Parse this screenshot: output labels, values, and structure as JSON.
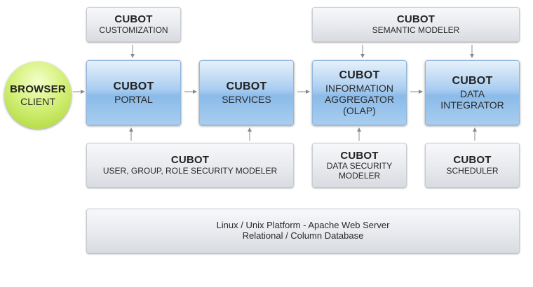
{
  "browser": {
    "title": "BROWSER",
    "subtitle": "CLIENT"
  },
  "customization": {
    "brand": "CUBOT",
    "label": "CUSTOMIZATION"
  },
  "semantic_modeler": {
    "brand": "CUBOT",
    "label": "SEMANTIC MODELER"
  },
  "portal": {
    "brand": "CUBOT",
    "label": "PORTAL"
  },
  "services": {
    "brand": "CUBOT",
    "label": "SERVICES"
  },
  "aggregator": {
    "brand": "CUBOT",
    "lines": [
      "INFORMATION",
      "AGGREGATOR",
      "(OLAP)"
    ]
  },
  "integrator": {
    "brand": "CUBOT",
    "lines": [
      "DATA",
      "INTEGRATOR"
    ]
  },
  "security_modeler": {
    "brand": "CUBOT",
    "label": "USER, GROUP, ROLE SECURITY MODELER"
  },
  "data_security": {
    "brand": "CUBOT",
    "lines": [
      "DATA SECURITY",
      "MODELER"
    ]
  },
  "scheduler": {
    "brand": "CUBOT",
    "label": "SCHEDULER"
  },
  "platform": {
    "line1": "Linux / Unix Platform - Apache Web Server",
    "line2": "Relational / Column Database"
  },
  "colors": {
    "primary_box": "#a9cdf0",
    "secondary_box": "#e9ebef",
    "client_circle": "#c8e85a",
    "arrow": "#8a8a8a"
  }
}
